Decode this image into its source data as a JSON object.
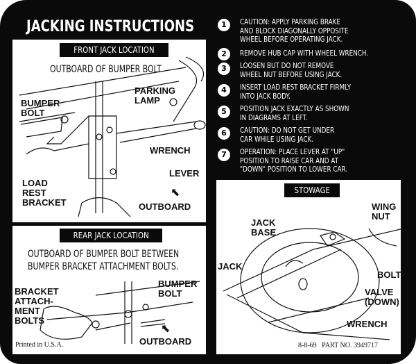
{
  "title": "JACKING INSTRUCTIONS",
  "steps": [
    {
      "num": "1",
      "text": "CAUTION: APPLY PARKING BRAKE\nAND BLOCK DIAGONALLY OPPOSITE\nWHEEL BEFORE OPERATING JACK."
    },
    {
      "num": "2",
      "text": "REMOVE HUB CAP WITH WHEEL WRENCH."
    },
    {
      "num": "3",
      "text": "LOOSEN BUT DO NOT REMOVE\nWHEEL NUT BEFORE USING JACK."
    },
    {
      "num": "4",
      "text": "INSERT LOAD REST BRACKET FIRMLY\nINTO JACK BODY."
    },
    {
      "num": "5",
      "text": "POSITION JACK EXACTLY AS SHOWN\nIN DIAGRAMS AT LEFT."
    },
    {
      "num": "6",
      "text": "CAUTION: DO NOT GET UNDER\nCAR WHILE USING JACK."
    },
    {
      "num": "7",
      "text": "OPERATION: PLACE LEVER AT \"UP\"\nPOSITION TO RAISE CAR AND AT\n\"DOWN\" POSITION TO LOWER CAR."
    }
  ],
  "front": {
    "heading": "FRONT JACK LOCATION",
    "subheading": "OUTBOARD OF BUMPER BOLT",
    "labels": {
      "bumper_bolt": "BUMPER\nBOLT",
      "parking_lamp": "PARKING\nLAMP",
      "wrench": "WRENCH",
      "lever": "LEVER",
      "load_rest_bracket": "LOAD\nREST\nBRACKET",
      "outboard": "OUTBOARD"
    }
  },
  "rear": {
    "heading": "REAR JACK LOCATION",
    "subheading_line1": "OUTBOARD OF BUMPER BOLT BETWEEN",
    "subheading_line2": "BUMPER BRACKET ATTACHMENT BOLTS.",
    "labels": {
      "bracket_attachment_bolts": "BRACKET\nATTACH-\nMENT\nBOLTS",
      "bumper_bolt": "BUMPER\nBOLT",
      "outboard": "OUTBOARD"
    },
    "printed": "Printed in U.S.A."
  },
  "stowage": {
    "heading": "STOWAGE",
    "labels": {
      "wing_nut": "WING\nNUT",
      "jack_base": "JACK\nBASE",
      "jack": "JACK",
      "bolt": "BOLT",
      "valve": "VALVE\n(DOWN)",
      "wrench": "WRENCH"
    },
    "footer": "8-8-69   PART NO. 3949717"
  },
  "colors": {
    "background": "#0a0a0a",
    "panel": "#ffffff",
    "text": "#111111"
  }
}
